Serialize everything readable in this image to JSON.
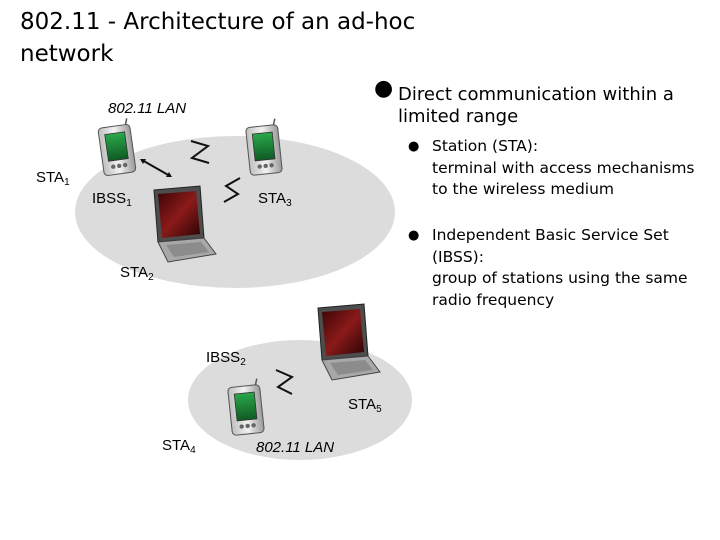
{
  "title": "802.11 - Architecture of an ad-hoc network",
  "diagram": {
    "lan_label_1": "802.11 LAN",
    "lan_label_2": "802.11 LAN",
    "ibss1": {
      "text": "IBSS",
      "sub": "1"
    },
    "ibss2": {
      "text": "IBSS",
      "sub": "2"
    },
    "sta1": {
      "text": "STA",
      "sub": "1"
    },
    "sta2": {
      "text": "STA",
      "sub": "2"
    },
    "sta3": {
      "text": "STA",
      "sub": "3"
    },
    "sta4": {
      "text": "STA",
      "sub": "4"
    },
    "sta5": {
      "text": "STA",
      "sub": "5"
    },
    "colors": {
      "ellipse": "#dcdcdc",
      "pda_screen": "#1f8a3a",
      "laptop_screen": "#7a1414",
      "laptop_body": "#9a9a9a"
    }
  },
  "bullets": {
    "main": "Direct communication within a limited range",
    "items": [
      {
        "line1": "Station (STA):",
        "rest": "terminal with access mechanisms to the wireless medium"
      },
      {
        "line1": "Independent Basic Service Set (IBSS):",
        "rest": "group of stations using the same radio frequency"
      }
    ]
  }
}
